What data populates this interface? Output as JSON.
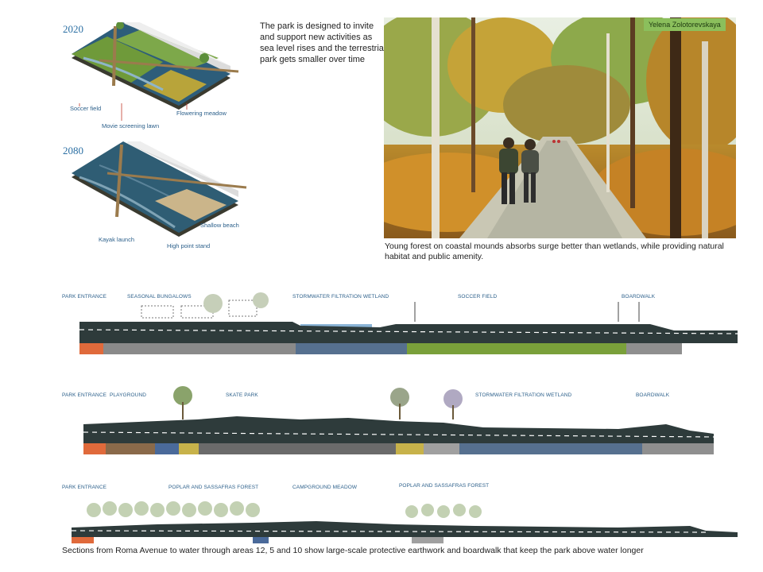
{
  "top_left": {
    "iso_2020": {
      "year": "2020",
      "labels": {
        "soccer_field": "Soccer field",
        "movie_lawn": "Movie screening lawn",
        "flowering_meadow": "Flowering meadow"
      }
    },
    "iso_2080": {
      "year": "2080",
      "labels": {
        "kayak_launch": "Kayak launch",
        "high_point": "High point stand",
        "shallow_beach": "Shallow beach"
      }
    }
  },
  "intro_text": "The park is designed to invite and support new activities as sea level rises and the terrestrial park gets smaller over time",
  "photo": {
    "credit": "Yelena Zolotorevskaya",
    "caption": "Young forest on coastal mounds absorbs surge better than wetlands, while providing natural habitat and public amenity."
  },
  "sections": [
    {
      "labels": [
        "PARK ENTRANCE",
        "SEASONAL BUNGALOWS",
        "STORMWATER FILTRATION WETLAND",
        "SOCCER FIELD",
        "BOARDWALK"
      ]
    },
    {
      "labels": [
        "PARK ENTRANCE",
        "PLAYGROUND",
        "SKATE PARK",
        "STORMWATER FILTRATION WETLAND",
        "BOARDWALK"
      ]
    },
    {
      "labels": [
        "PARK ENTRANCE",
        "POPLAR AND SASSAFRAS FOREST",
        "CAMPGROUND MEADOW",
        "POPLAR AND SASSAFRAS FOREST"
      ]
    }
  ],
  "bottom_caption": "Sections from Roma Avenue to water through areas 12, 5 and 10 show large-scale protective earthwork and boardwalk that keep the park above water longer"
}
